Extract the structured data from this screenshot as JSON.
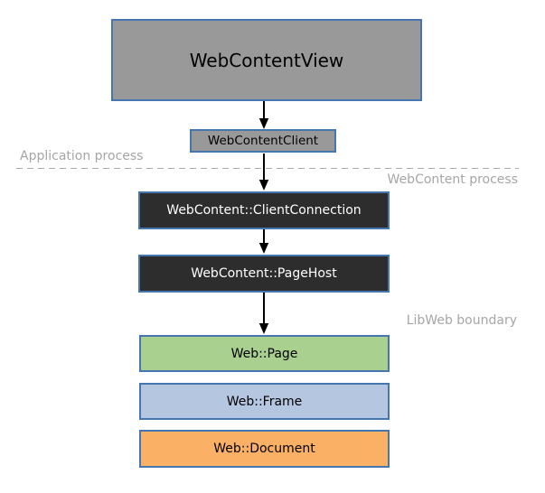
{
  "diagram": {
    "region_labels": {
      "application_process": "Application process",
      "webcontent_process": "WebContent process",
      "libweb_boundary": "LibWeb boundary"
    },
    "colors": {
      "node_border": "#4576b0",
      "gray_fill": "#999999",
      "dark_fill": "#2d2d2d",
      "green_fill": "#a9d08e",
      "blue_fill": "#b5c6e0",
      "orange_fill": "#fbb165",
      "region_label_text": "#a6a6a6",
      "boundary_dash": "#ababab",
      "arrow": "#000000"
    },
    "nodes": [
      {
        "id": "webcontentview",
        "label": "WebContentView",
        "fill": "#999999",
        "text": "#000000"
      },
      {
        "id": "webcontentclient",
        "label": "WebContentClient",
        "fill": "#999999",
        "text": "#000000"
      },
      {
        "id": "clientconnection",
        "label": "WebContent::ClientConnection",
        "fill": "#2d2d2d",
        "text": "#ffffff"
      },
      {
        "id": "pagehost",
        "label": "WebContent::PageHost",
        "fill": "#2d2d2d",
        "text": "#ffffff"
      },
      {
        "id": "webpage",
        "label": "Web::Page",
        "fill": "#a9d08e",
        "text": "#000000"
      },
      {
        "id": "webframe",
        "label": "Web::Frame",
        "fill": "#b5c6e0",
        "text": "#000000"
      },
      {
        "id": "webdocument",
        "label": "Web::Document",
        "fill": "#fbb165",
        "text": "#000000"
      }
    ]
  }
}
